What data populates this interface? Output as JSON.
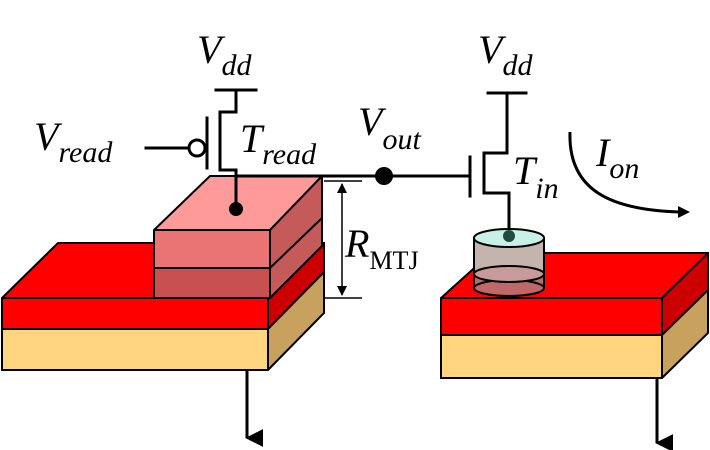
{
  "labels": {
    "vdd_left": {
      "main": "V",
      "sub": "dd"
    },
    "vdd_right": {
      "main": "V",
      "sub": "dd"
    },
    "vread": {
      "main": "V",
      "sub": "read"
    },
    "tread": {
      "main": "T",
      "sub": "read"
    },
    "vout": {
      "main": "V",
      "sub": "out"
    },
    "tin": {
      "main": "T",
      "sub": "in"
    },
    "ion": {
      "main": "I",
      "sub": "on"
    },
    "rmtj": {
      "main": "R",
      "sub": "MTJ"
    }
  },
  "colors": {
    "red_layer": "#ff0000",
    "red_side": "#cc0000",
    "tan_layer": "#ffd580",
    "tan_side": "#c9a15f",
    "pillar_light": "#ff9a9a",
    "pillar_mid": "#ea7373",
    "pillar_dark": "#c85050",
    "pillar_right": "#c45a5a",
    "cylinder_top": "#c8f0e6",
    "cylinder_body": "#c06868",
    "node_dark": "#1e4a40"
  }
}
